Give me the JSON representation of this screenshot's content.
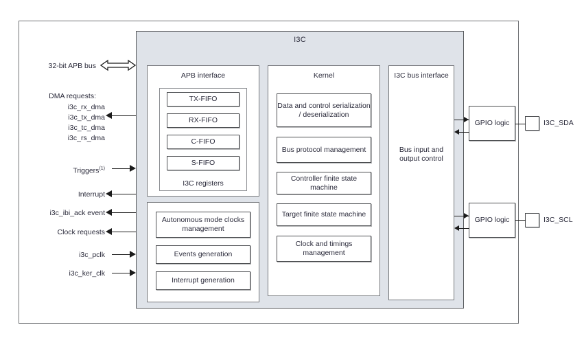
{
  "diagram": {
    "title": "I3C",
    "peripheral_block_color": "#dfe3e9",
    "frame_color": "#6e7073",
    "text_color": "#2a2a3a"
  },
  "columns": {
    "apb": {
      "heading": "APB interface",
      "registers_caption": "I3C registers",
      "fifos": [
        {
          "label": "TX-FIFO"
        },
        {
          "label": "RX-FIFO"
        },
        {
          "label": "C-FIFO"
        },
        {
          "label": "S-FIFO"
        }
      ],
      "autonomous_boxes": [
        {
          "label": "Autonomous mode clocks management"
        },
        {
          "label": "Events generation"
        },
        {
          "label": "Interrupt generation"
        }
      ]
    },
    "kernel": {
      "heading": "Kernel",
      "boxes": [
        {
          "label": "Data and control serialization / deserialization"
        },
        {
          "label": "Bus protocol management"
        },
        {
          "label": "Controller finite state machine"
        },
        {
          "label": "Target finite state machine"
        },
        {
          "label": "Clock and timings management"
        }
      ]
    },
    "bus_interface": {
      "heading": "I3C bus interface",
      "caption": "Bus input and output control"
    }
  },
  "left_signals": [
    {
      "name": "apb-bus",
      "label": "32-bit APB bus",
      "direction": "bidirectional"
    },
    {
      "name": "dma-requests",
      "label": "DMA requests:",
      "direction": "none"
    },
    {
      "name": "i3c-rx-dma",
      "label": "i3c_rx_dma",
      "direction": "out"
    },
    {
      "name": "i3c-tx-dma",
      "label": "i3c_tx_dma",
      "direction": "out"
    },
    {
      "name": "i3c-tc-dma",
      "label": "i3c_tc_dma",
      "direction": "out"
    },
    {
      "name": "i3c-rs-dma",
      "label": "i3c_rs_dma",
      "direction": "out"
    },
    {
      "name": "triggers",
      "label": "Triggers",
      "superscript": "(1)",
      "direction": "in"
    },
    {
      "name": "interrupt",
      "label": "Interrupt",
      "direction": "out"
    },
    {
      "name": "i3c-ibi-ack",
      "label": "i3c_ibi_ack event",
      "direction": "out"
    },
    {
      "name": "clock-requests",
      "label": "Clock requests",
      "direction": "out"
    },
    {
      "name": "i3c-pclk",
      "label": "i3c_pclk",
      "direction": "in"
    },
    {
      "name": "i3c-ker-clk",
      "label": "i3c_ker_clk",
      "direction": "in"
    }
  ],
  "right_side": {
    "gpio_sda": {
      "label": "GPIO logic"
    },
    "gpio_scl": {
      "label": "GPIO logic"
    },
    "pin_sda": {
      "label": "I3C_SDA"
    },
    "pin_scl": {
      "label": "I3C_SCL"
    }
  }
}
